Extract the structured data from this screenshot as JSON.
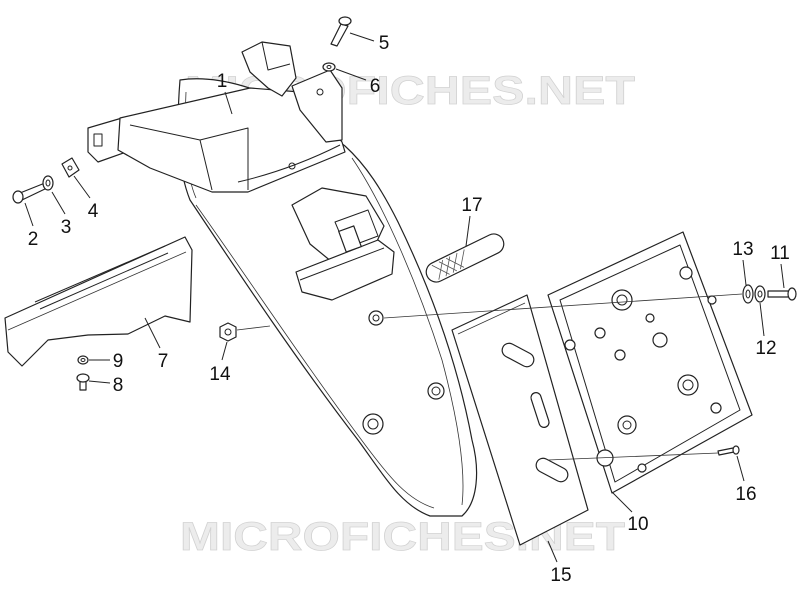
{
  "watermarks": [
    "MICROFICHES.NET",
    "MICROFICHES.NET"
  ],
  "callouts": [
    "1",
    "2",
    "3",
    "4",
    "5",
    "6",
    "7",
    "8",
    "9",
    "10",
    "11",
    "12",
    "13",
    "14",
    "15",
    "16",
    "17"
  ],
  "colors": {
    "line": "#222222",
    "watermark": "#ececec",
    "background": "#ffffff"
  }
}
